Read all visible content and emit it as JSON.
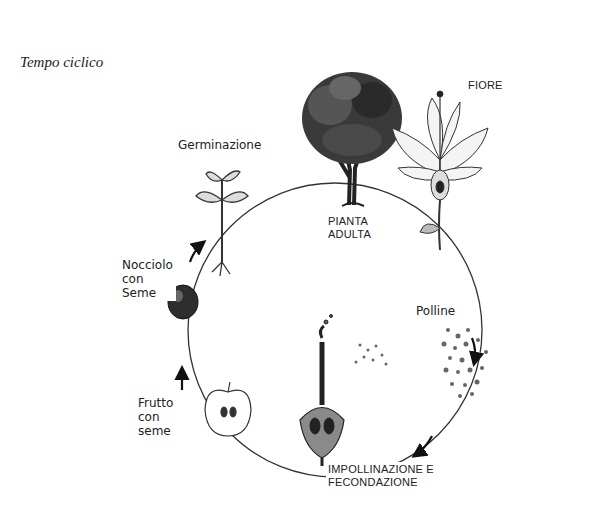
{
  "diagram": {
    "title": "Tempo ciclico",
    "labels": [
      "FIORE",
      "PIANTA ADULTA",
      "Germinazione",
      "Nocciolo con Seme",
      "Frutto con seme",
      "IMPOLLINAZIONE E FECONDAZIONE",
      "Polline"
    ]
  }
}
